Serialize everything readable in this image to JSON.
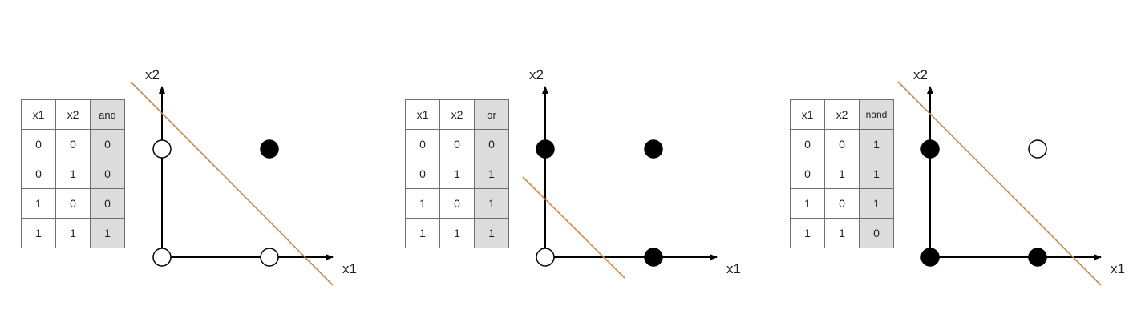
{
  "colors": {
    "boundary": "#c9894e",
    "true_point": "#000000",
    "false_point": "#ffffff"
  },
  "panels": [
    {
      "id": "and",
      "table": {
        "headers": [
          "x1",
          "x2",
          "and"
        ],
        "rows": [
          [
            "0",
            "0",
            "0"
          ],
          [
            "0",
            "1",
            "0"
          ],
          [
            "1",
            "0",
            "0"
          ],
          [
            "1",
            "1",
            "1"
          ]
        ]
      },
      "axes": {
        "x": "x1",
        "y": "x2"
      },
      "points": [
        {
          "x": 0,
          "y": 1,
          "value": 0
        },
        {
          "x": 1,
          "y": 1,
          "value": 1
        },
        {
          "x": 0,
          "y": 0,
          "value": 0
        },
        {
          "x": 1,
          "y": 0,
          "value": 0
        }
      ]
    },
    {
      "id": "or",
      "table": {
        "headers": [
          "x1",
          "x2",
          "or"
        ],
        "rows": [
          [
            "0",
            "0",
            "0"
          ],
          [
            "0",
            "1",
            "1"
          ],
          [
            "1",
            "0",
            "1"
          ],
          [
            "1",
            "1",
            "1"
          ]
        ]
      },
      "axes": {
        "x": "x1",
        "y": "x2"
      },
      "points": [
        {
          "x": 0,
          "y": 1,
          "value": 1
        },
        {
          "x": 1,
          "y": 1,
          "value": 1
        },
        {
          "x": 0,
          "y": 0,
          "value": 0
        },
        {
          "x": 1,
          "y": 0,
          "value": 1
        }
      ]
    },
    {
      "id": "nand",
      "table": {
        "headers": [
          "x1",
          "x2",
          "nand"
        ],
        "rows": [
          [
            "0",
            "0",
            "1"
          ],
          [
            "0",
            "1",
            "1"
          ],
          [
            "1",
            "0",
            "1"
          ],
          [
            "1",
            "1",
            "0"
          ]
        ]
      },
      "axes": {
        "x": "x1",
        "y": "x2"
      },
      "points": [
        {
          "x": 0,
          "y": 1,
          "value": 1
        },
        {
          "x": 1,
          "y": 1,
          "value": 0
        },
        {
          "x": 0,
          "y": 0,
          "value": 1
        },
        {
          "x": 1,
          "y": 0,
          "value": 1
        }
      ]
    }
  ]
}
